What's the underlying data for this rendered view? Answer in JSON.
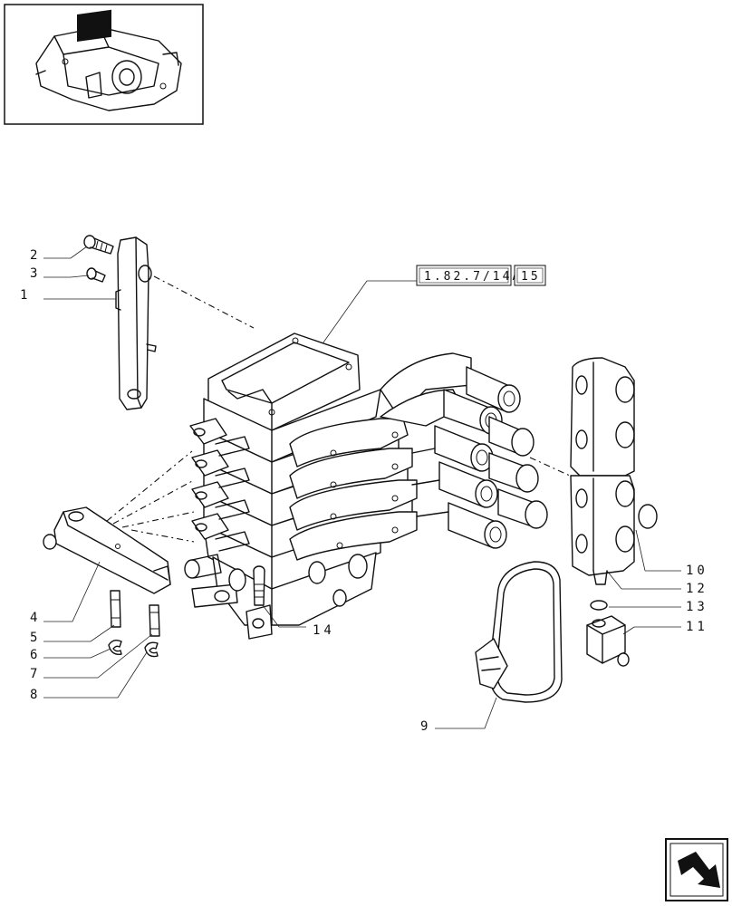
{
  "reference_labels": {
    "ref_code": "1.82.7/14A",
    "ref_item": "15"
  },
  "callouts": {
    "c1": "1",
    "c2": "2",
    "c3": "3",
    "c4": "4",
    "c5": "5",
    "c6": "6",
    "c7": "7",
    "c8": "8",
    "c9": "9",
    "c10": "10",
    "c11": "11",
    "c12": "12",
    "c13": "13",
    "c14": "14"
  },
  "icons": {
    "thumbnail": "valve-assembly-thumbnail",
    "navigation": "next-page-arrow-icon"
  },
  "colors": {
    "line": "#111111",
    "background": "#ffffff"
  }
}
